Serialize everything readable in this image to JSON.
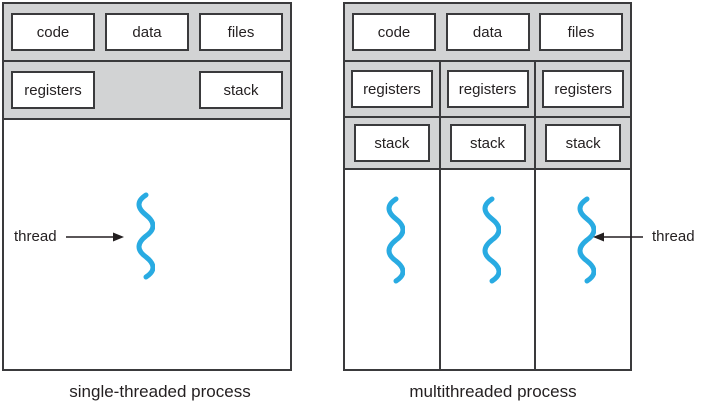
{
  "colors": {
    "panel_fill": "#d2d3d4",
    "line": "#3a3a3c",
    "thread": "#29abe2",
    "text": "#231f20",
    "box_fill": "#ffffff"
  },
  "single": {
    "memory_boxes": [
      "code",
      "data",
      "files"
    ],
    "context_boxes": [
      "registers",
      "stack"
    ],
    "thread_label": "thread",
    "caption": "single-threaded process"
  },
  "multi": {
    "memory_boxes": [
      "code",
      "data",
      "files"
    ],
    "columns": [
      {
        "registers_label": "registers",
        "stack_label": "stack"
      },
      {
        "registers_label": "registers",
        "stack_label": "stack"
      },
      {
        "registers_label": "registers",
        "stack_label": "stack"
      }
    ],
    "thread_label": "thread",
    "caption": "multithreaded process"
  }
}
